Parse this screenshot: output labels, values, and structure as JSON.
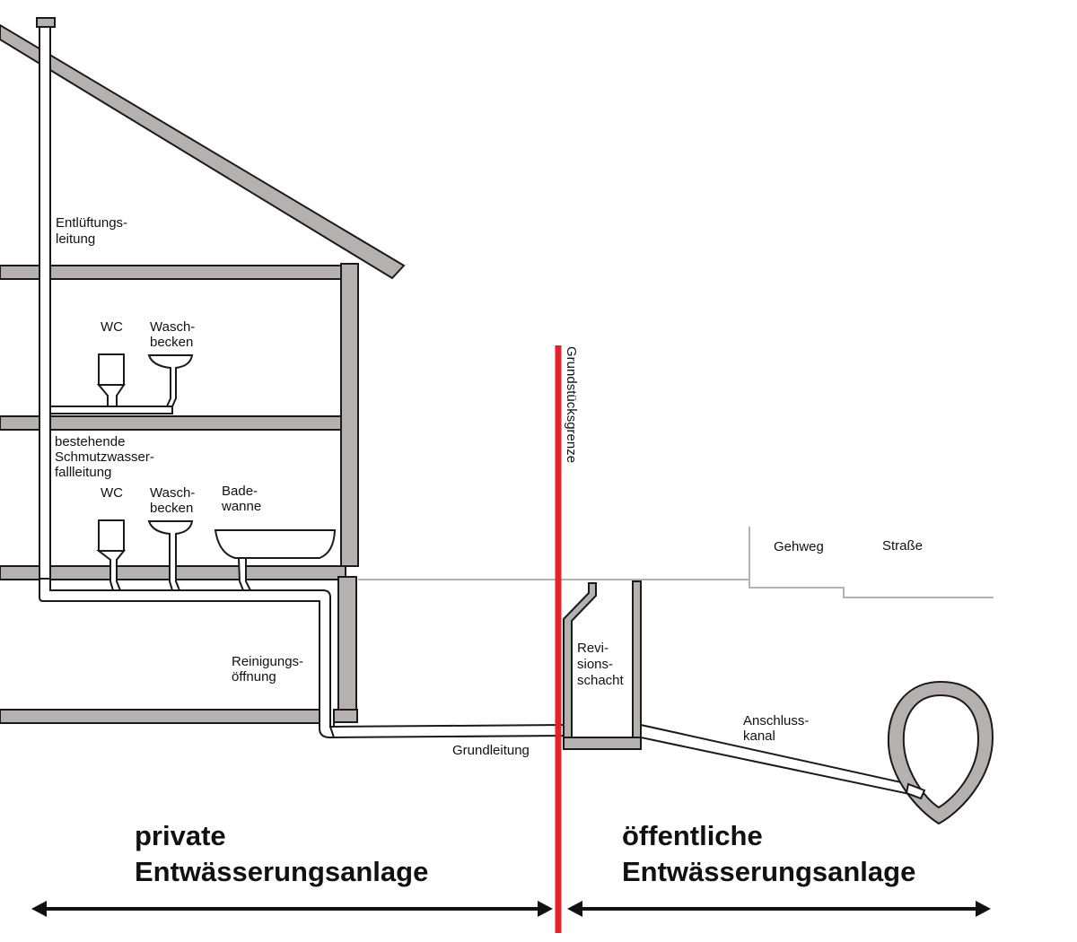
{
  "labels": {
    "entlueftung": [
      "Entlüftungs-",
      "leitung"
    ],
    "wc_upper": "WC",
    "waschbecken_upper": [
      "Wasch-",
      "becken"
    ],
    "fallleitung": [
      "bestehende",
      "Schmutzwasser-",
      "fallleitung"
    ],
    "wc_lower": "WC",
    "waschbecken_lower": [
      "Wasch-",
      "becken"
    ],
    "badewanne": [
      "Bade-",
      "wanne"
    ],
    "reinigung": [
      "Reinigungs-",
      "öffnung"
    ],
    "grundleitung": "Grundleitung",
    "grenze": "Grundstücksgrenze",
    "revisionsschacht": [
      "Revi-",
      "sions-",
      "schacht"
    ],
    "anschlusskanal": [
      "Anschluss-",
      "kanal"
    ],
    "gehweg": "Gehweg",
    "strasse": "Straße"
  },
  "sections": {
    "private": [
      "private",
      "Entwässerungsanlage"
    ],
    "public": [
      "öffentliche",
      "Entwässerungsanlage"
    ]
  },
  "colors": {
    "wall": "#b5b1b0",
    "boundary": "#e3222b",
    "outline": "#1a1a1a",
    "ground_line": "#b3b3b3"
  }
}
